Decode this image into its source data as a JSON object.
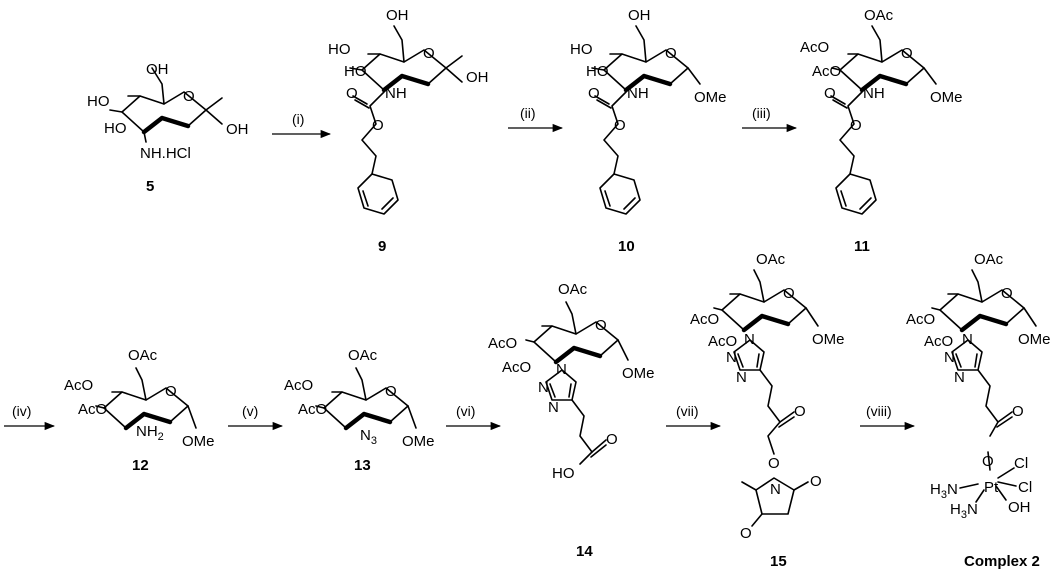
{
  "scheme": {
    "reagents": [
      "(i)",
      "(ii)",
      "(iii)",
      "(iv)",
      "(v)",
      "(vi)",
      "(vii)",
      "(viii)"
    ],
    "compounds": [
      "5",
      "9",
      "10",
      "11",
      "12",
      "13",
      "14",
      "15",
      "Complex 2"
    ],
    "atoms": {
      "oh": "OH",
      "ho": "HO",
      "o": "O",
      "nh": "NH",
      "nh_hcl": "NH.HCl",
      "ome": "OMe",
      "oac": "OAc",
      "aco": "AcO",
      "nh2": "NH",
      "n3": "N",
      "n": "N",
      "cl": "Cl",
      "pt": "Pt",
      "h3n": "H",
      "sub2": "2",
      "sub3": "3"
    }
  }
}
